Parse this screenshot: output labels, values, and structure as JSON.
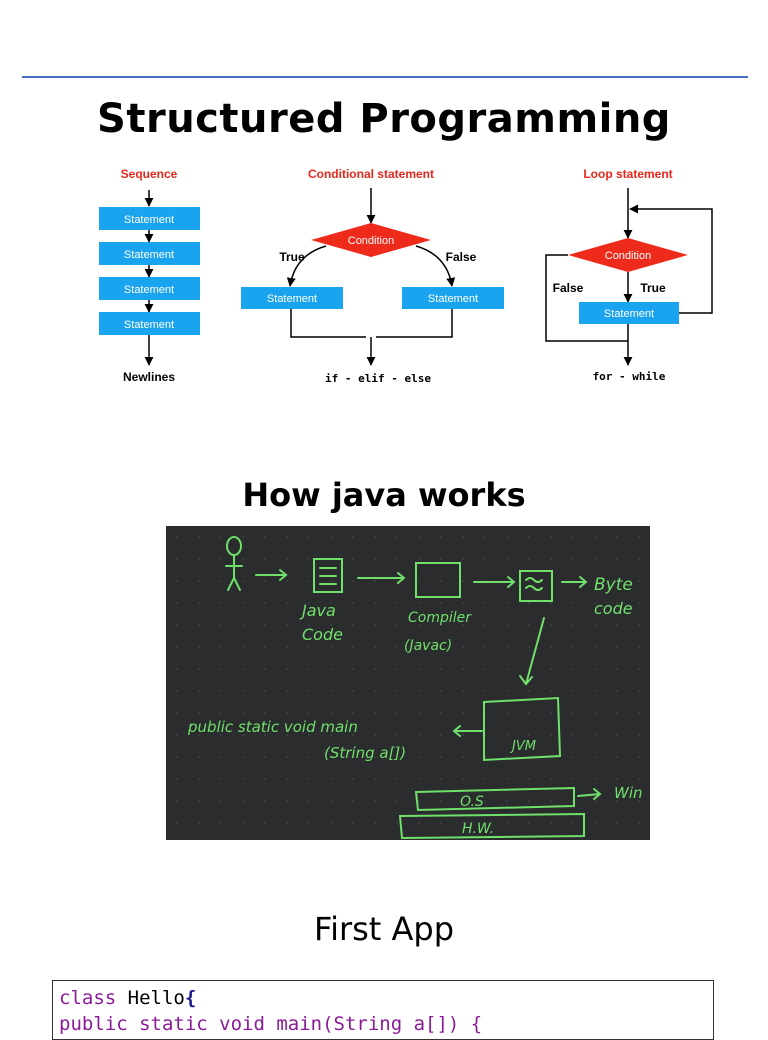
{
  "titles": {
    "structured": "Structured Programming",
    "how_java": "How java works",
    "first_app": "First App"
  },
  "sequence": {
    "header": "Sequence",
    "boxes": [
      "Statement",
      "Statement",
      "Statement",
      "Statement"
    ],
    "footer": "Newlines"
  },
  "conditional": {
    "header": "Conditional statement",
    "diamond": "Condition",
    "true_label": "True",
    "false_label": "False",
    "left_box": "Statement",
    "right_box": "Statement",
    "footer": "if - elif - else"
  },
  "loop": {
    "header": "Loop statement",
    "diamond": "Condition",
    "false_label": "False",
    "true_label": "True",
    "box": "Statement",
    "footer": "for - while"
  },
  "java_board": {
    "java_code": [
      "Java",
      "Code"
    ],
    "compiler": [
      "Compiler",
      "(Javac)"
    ],
    "byte_code": [
      "Byte",
      "code"
    ],
    "main_sig": [
      "public static void main",
      "(String a[])"
    ],
    "jvm": "JVM",
    "os": "O.S",
    "hw": "H.W.",
    "win": "Win"
  },
  "code": {
    "line1_kw": "class",
    "line1_name": " Hello",
    "line1_brace": "{",
    "line2": "    public static void main(String a[]) {"
  },
  "colors": {
    "rule": "#4a6fc2",
    "box": "#1aa3ee",
    "diamond": "#ee2a1b",
    "header": "#e8271c",
    "chalk": "#6fe06a"
  }
}
